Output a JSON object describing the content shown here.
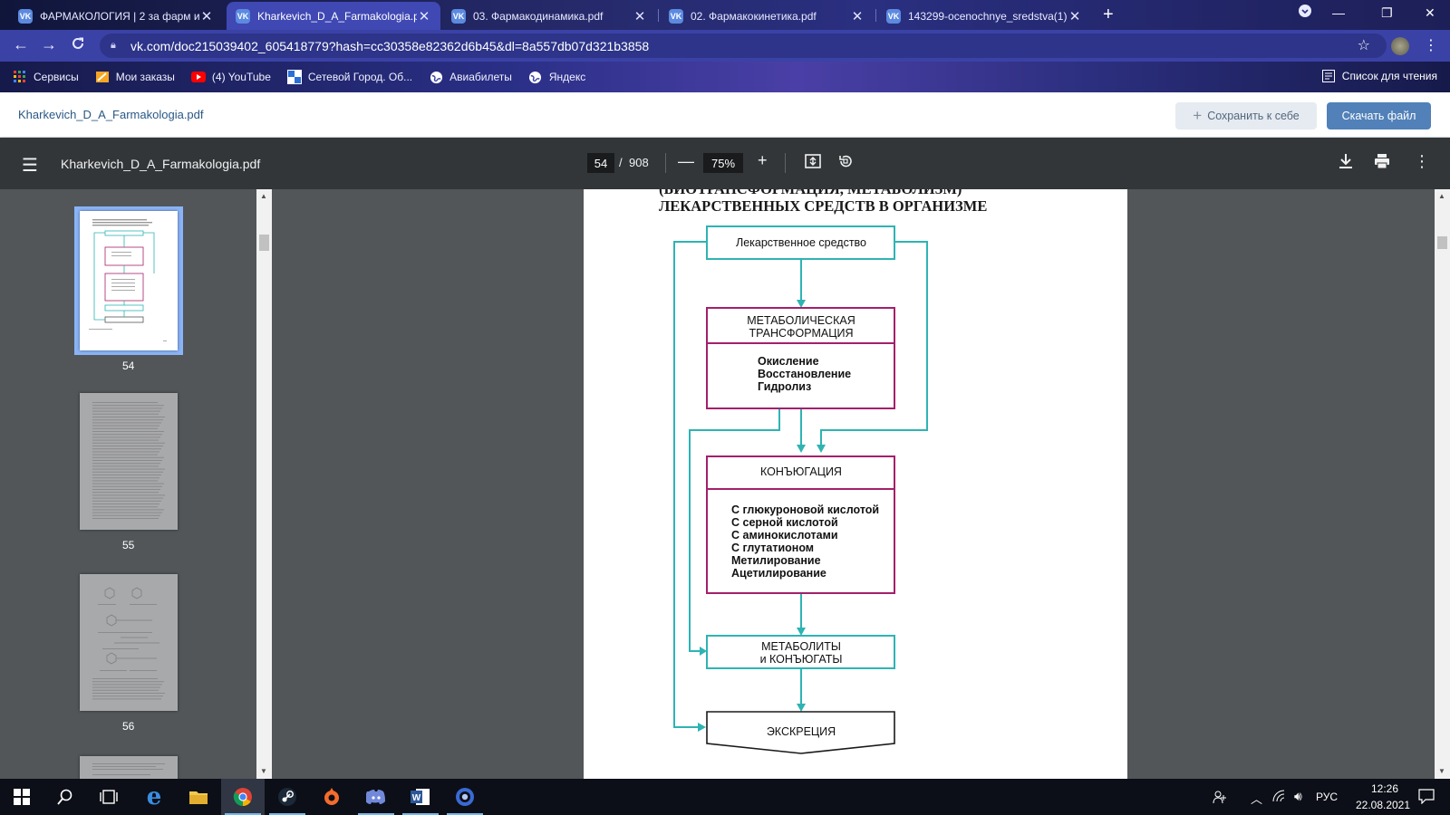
{
  "browser": {
    "tabs": [
      {
        "title": "ФАРМАКОЛОГИЯ | 2 за фарм и",
        "active": false
      },
      {
        "title": "Kharkevich_D_A_Farmakologia.p",
        "active": true
      },
      {
        "title": "03. Фармакодинамика.pdf",
        "active": false
      },
      {
        "title": "02. Фармакокинетика.pdf",
        "active": false
      },
      {
        "title": "143299-ocenochnye_sredstva(1)",
        "active": false
      }
    ],
    "url": "vk.com/doc215039402_605418779?hash=cc30358e82362d6b45&dl=8a557db07d321b3858",
    "bookmarks": [
      {
        "label": "Сервисы",
        "icon": "apps-grid-icon"
      },
      {
        "label": "Мои заказы",
        "icon": "shopping-icon"
      },
      {
        "label": "(4) YouTube",
        "icon": "youtube-icon"
      },
      {
        "label": "Сетевой Город. Об...",
        "icon": "network-city-icon"
      },
      {
        "label": "Авиабилеты",
        "icon": "globe-icon"
      },
      {
        "label": "Яндекс",
        "icon": "globe-icon"
      }
    ],
    "reading_list": "Список для чтения"
  },
  "vk": {
    "file_name": "Kharkevich_D_A_Farmakologia.pdf",
    "save_label": "Сохранить к себе",
    "download_label": "Скачать файл"
  },
  "pdf": {
    "title": "Kharkevich_D_A_Farmakologia.pdf",
    "page": "54",
    "page_sep": "/",
    "total": "908",
    "zoom": "75%",
    "thumbnails": [
      "54",
      "55",
      "56"
    ]
  },
  "document": {
    "heading_line1": "(БИОТРАНСФОРМАЦИЯ, МЕТАБОЛИЗМ)",
    "heading_line2": "ЛЕКАРСТВЕННЫХ СРЕДСТВ В ОРГАНИЗМЕ",
    "box_drug": "Лекарственное средство",
    "box_metab_title_1": "МЕТАБОЛИЧЕСКАЯ",
    "box_metab_title_2": "ТРАНСФОРМАЦИЯ",
    "metab_items": [
      "Окисление",
      "Восстановление",
      "Гидролиз"
    ],
    "box_conj_title": "КОНЪЮГАЦИЯ",
    "conj_items": [
      "С глюкуроновой кислотой",
      "С серной кислотой",
      "С аминокислотами",
      "С глутатионом",
      "Метилирование",
      "Ацетилирование"
    ],
    "box_metabolites_1": "МЕТАБОЛИТЫ",
    "box_metabolites_2": "и КОНЪЮГАТЫ",
    "box_excretion": "ЭКСКРЕЦИЯ"
  },
  "taskbar": {
    "language": "РУС",
    "time": "12:26",
    "date": "22.08.2021"
  },
  "colors": {
    "teal": "#2fb3b3",
    "magenta": "#a3206a",
    "vk_blue": "#5181b8"
  }
}
